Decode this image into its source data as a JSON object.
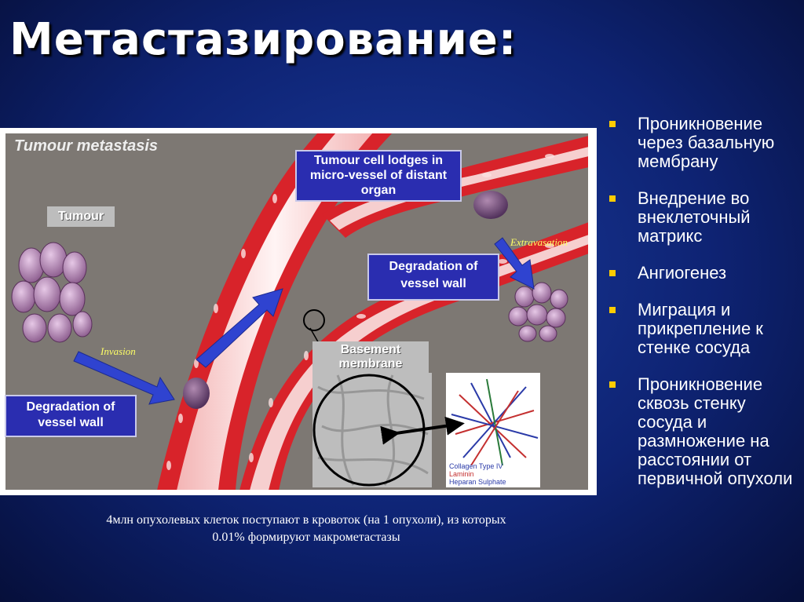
{
  "slide": {
    "title": "Метастазирование:",
    "figure": {
      "title": "Tumour metastasis",
      "tumour_label": "Tumour",
      "lodge_label": "Tumour cell lodges in micro-vessel of distant organ",
      "extravasation_label": "Extravasation",
      "degradation_right_label": "Degradation of vessel wall",
      "degradation_left_label": "Degradation of vessel wall",
      "invasion_label": "Invasion",
      "basement_label": "Basement membrane",
      "collagen_lines": [
        "Collagen Type IV",
        "Laminin",
        "Heparan Sulphate"
      ]
    },
    "caption_line1": "4млн опухолевых клеток поступают в кровоток (на 1 опухоли), из которых",
    "caption_line2": "0.01% формируют макрометастазы",
    "bullets": [
      "Проникновение через базальную мембрану",
      "Внедрение во внеклеточный матрикс",
      "Ангиогенез",
      "Миграция и прикрепление к стенке сосуда",
      "Проникновение сквозь стенку сосуда и размножение на расстоянии от первичной опухоли"
    ],
    "colors": {
      "background": "#0e2373",
      "bullet": "#ffcc00",
      "vessel_wall": "#d8232a",
      "label_box": "#2a2db0"
    }
  }
}
